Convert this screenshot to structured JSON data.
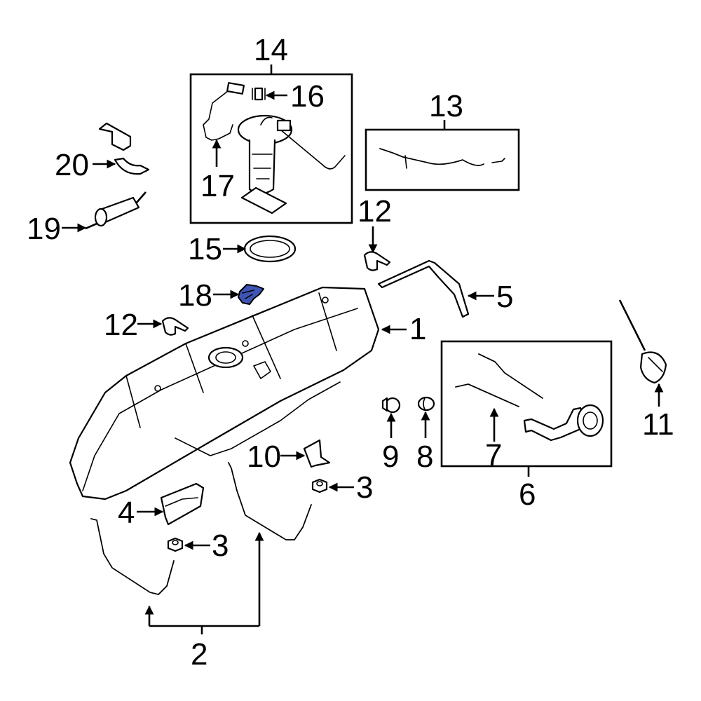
{
  "diagram": {
    "title": "Fuel System Components",
    "highlight_color": "#3f55b5",
    "selected_part": "18",
    "callouts": [
      {
        "id": "1",
        "label": "1"
      },
      {
        "id": "2",
        "label": "2"
      },
      {
        "id": "3a",
        "label": "3"
      },
      {
        "id": "3b",
        "label": "3"
      },
      {
        "id": "4",
        "label": "4"
      },
      {
        "id": "5",
        "label": "5"
      },
      {
        "id": "6",
        "label": "6"
      },
      {
        "id": "7",
        "label": "7"
      },
      {
        "id": "8",
        "label": "8"
      },
      {
        "id": "9",
        "label": "9"
      },
      {
        "id": "10",
        "label": "10"
      },
      {
        "id": "11",
        "label": "11"
      },
      {
        "id": "12a",
        "label": "12"
      },
      {
        "id": "12b",
        "label": "12"
      },
      {
        "id": "13",
        "label": "13"
      },
      {
        "id": "14",
        "label": "14"
      },
      {
        "id": "15",
        "label": "15"
      },
      {
        "id": "16",
        "label": "16"
      },
      {
        "id": "17",
        "label": "17"
      },
      {
        "id": "18",
        "label": "18"
      },
      {
        "id": "19",
        "label": "19"
      },
      {
        "id": "20",
        "label": "20"
      }
    ]
  }
}
